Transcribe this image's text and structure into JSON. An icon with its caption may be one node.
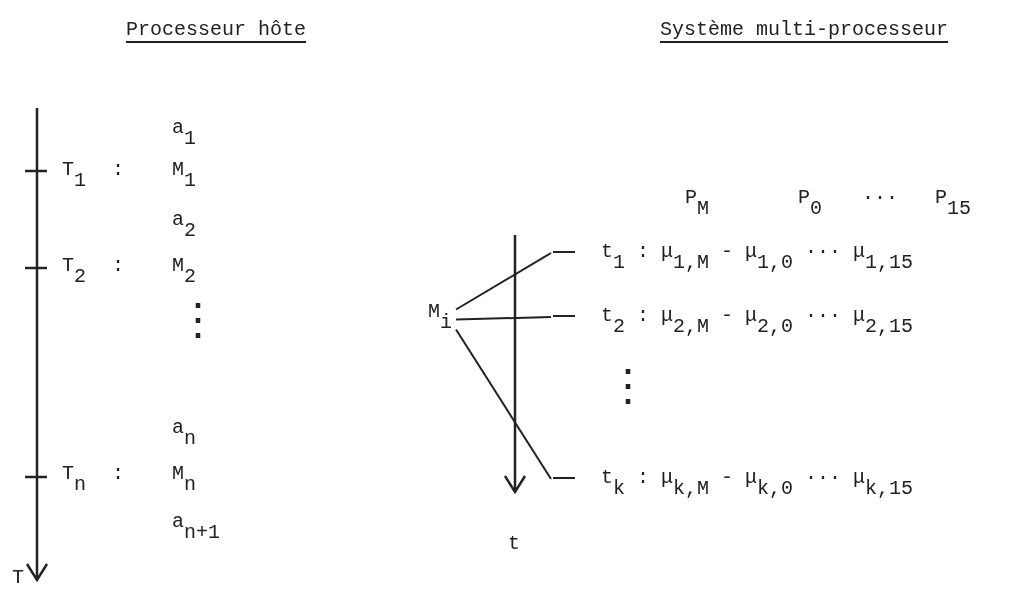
{
  "diagram": {
    "nodes": [
      {
        "text": [
          "M$_{i}$"
        ]
      },
      {
        "text": [
          "t$_{1}$ : μ$_{1,M}$ - μ$_{1,0}$ ··· μ$_{1,15}$"
        ]
      },
      {
        "text": [
          "t$_{2}$ : μ$_{2,M}$ - μ$_{2,0}$ ··· μ$_{2,15}$"
        ]
      },
      {
        "text": [
          "t$_{k}$ : μ$_{k,M}$ - μ$_{k,0}$ ··· μ$_{k,15}$"
        ]
      }
    ],
    "edges": [
      {
        "from": 0,
        "to": 1,
        "arrow": "none"
      },
      {
        "from": 0,
        "to": 2,
        "arrow": "none"
      },
      {
        "from": 0,
        "to": 3,
        "arrow": "none"
      }
    ],
    "labels": [
      "Processeur hôte",
      "Système multi-processeur",
      "a$_{1}$",
      "T$_{1}$",
      ":",
      "M$_{1}$",
      "a$_{2}$",
      "T$_{2}$",
      ":",
      "M$_{2}$",
      "⋮",
      "a$_{n}$",
      "T$_{n}$",
      ":",
      "M$_{n}$",
      "a$_{n+1}$",
      "T",
      "P$_{M}$",
      "P$_{0}$",
      "···",
      "P$_{15}$",
      "⋮",
      "t"
    ]
  }
}
